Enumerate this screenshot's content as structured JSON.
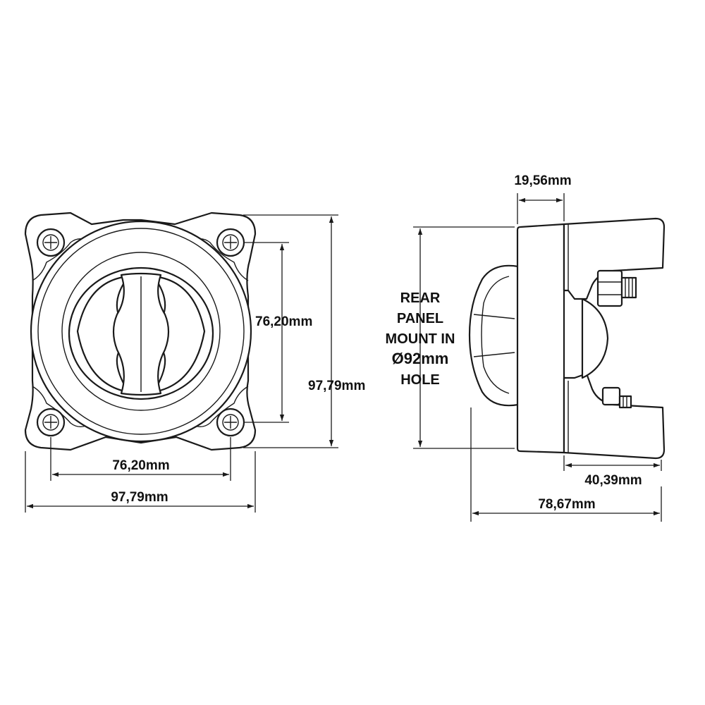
{
  "front_view": {
    "hole_spacing_vertical": "76,20mm",
    "overall_height": "97,79mm",
    "hole_spacing_horizontal": "76,20mm",
    "overall_width": "97,79mm"
  },
  "side_view": {
    "bezel_depth": "19,56mm",
    "terminal_depth": "40,39mm",
    "overall_depth": "78,67mm",
    "mount_note": [
      "REAR",
      "PANEL",
      "MOUNT IN",
      "Ø92mm",
      "HOLE"
    ]
  },
  "colors": {
    "line": "#1a1a1a",
    "background": "#ffffff"
  }
}
